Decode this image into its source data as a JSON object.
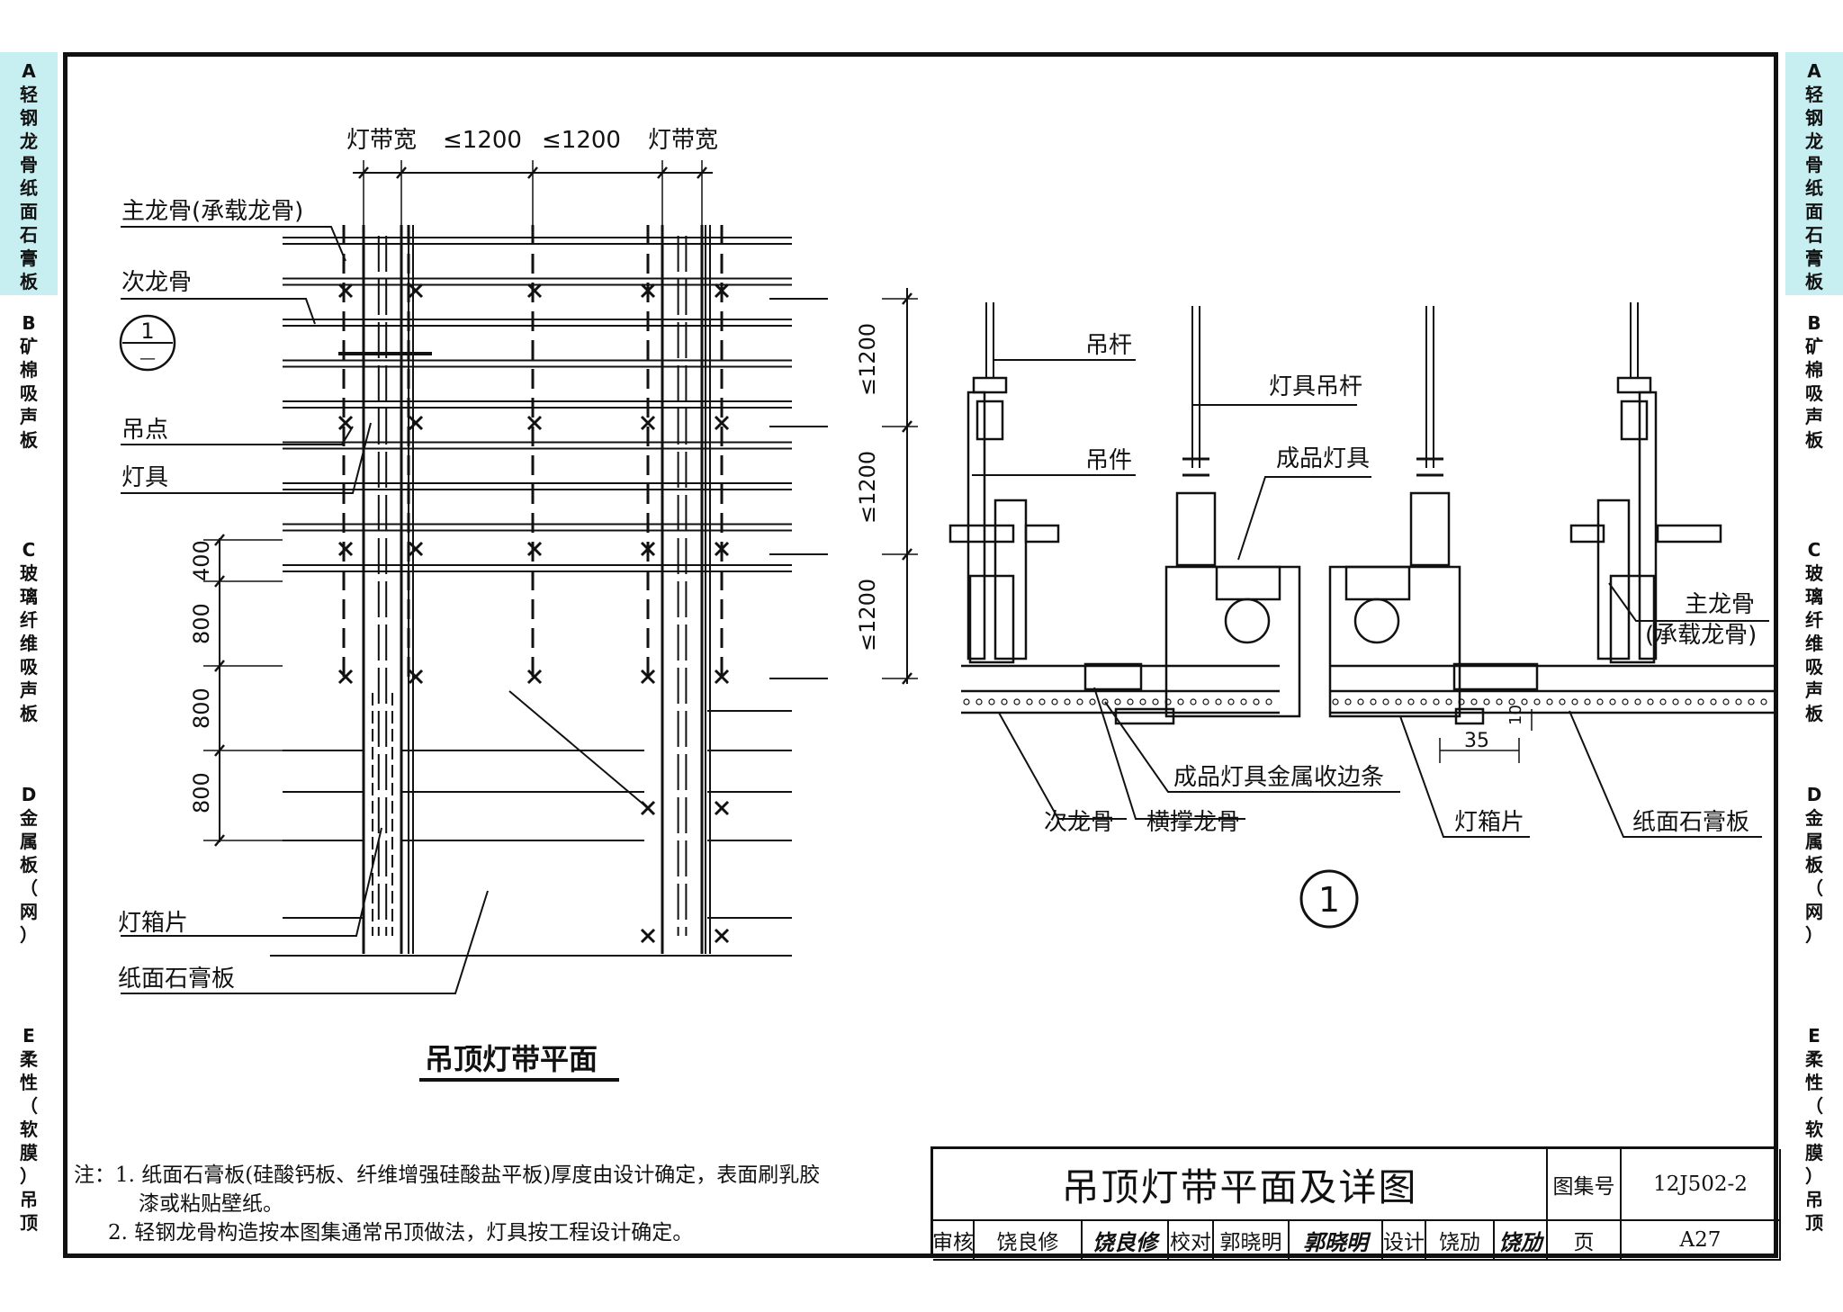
{
  "side_tabs": [
    {
      "letter": "A",
      "title": "轻钢龙骨纸面石膏板",
      "active": true
    },
    {
      "letter": "B",
      "title": "矿棉吸声板",
      "active": false
    },
    {
      "letter": "C",
      "title": "玻璃纤维吸声板",
      "active": false
    },
    {
      "letter": "D",
      "title": "金属板（网）",
      "active": false
    },
    {
      "letter": "E",
      "title": "柔性（软膜）吊顶",
      "active": false
    }
  ],
  "plan": {
    "title": "吊顶灯带平面",
    "dim_top": [
      "灯带宽",
      "≤1200",
      "≤1200",
      "灯带宽"
    ],
    "dim_right": [
      "≤1200",
      "≤1200",
      "≤1200"
    ],
    "dim_left": [
      "400",
      "800",
      "800",
      "800"
    ],
    "labels": {
      "main_keel": "主龙骨(承载龙骨)",
      "sub_keel": "次龙骨",
      "hang_point": "吊点",
      "lamp": "灯具",
      "lamp_box": "灯箱片",
      "gypsum_board": "纸面石膏板"
    },
    "detail_ref_top": "1",
    "detail_ref_bottom": "—"
  },
  "detail": {
    "number": "1",
    "labels": {
      "hanger_rod": "吊杆",
      "lamp_rod": "灯具吊杆",
      "finished_lamp": "成品灯具",
      "hanger": "吊件",
      "main_keel_1": "主龙骨",
      "main_keel_2": "(承载龙骨)",
      "metal_trim": "成品灯具金属收边条",
      "sub_keel": "次龙骨",
      "cross_keel": "横撑龙骨",
      "lamp_box": "灯箱片",
      "gypsum_board": "纸面石膏板",
      "dim_35": "35",
      "dim_10": "10"
    }
  },
  "notes": [
    "注：1.  纸面石膏板(硅酸钙板、纤维增强硅酸盐平板)厚度由设计确定，表面刷乳胶",
    "漆或粘贴壁纸。",
    "2.  轻钢龙骨构造按本图集通常吊顶做法，灯具按工程设计确定。"
  ],
  "title_block": {
    "title": "吊顶灯带平面及详图",
    "atlas_label": "图集号",
    "atlas_no": "12J502-2",
    "page_label": "页",
    "page_no": "A27",
    "review_label": "审核",
    "reviewer": "饶良修",
    "review_sig": "饶良修",
    "check_label": "校对",
    "checker": "郭晓明",
    "check_sig": "郭晓明",
    "design_label": "设计",
    "designer": "饶劢",
    "design_sig": "饶劢"
  }
}
